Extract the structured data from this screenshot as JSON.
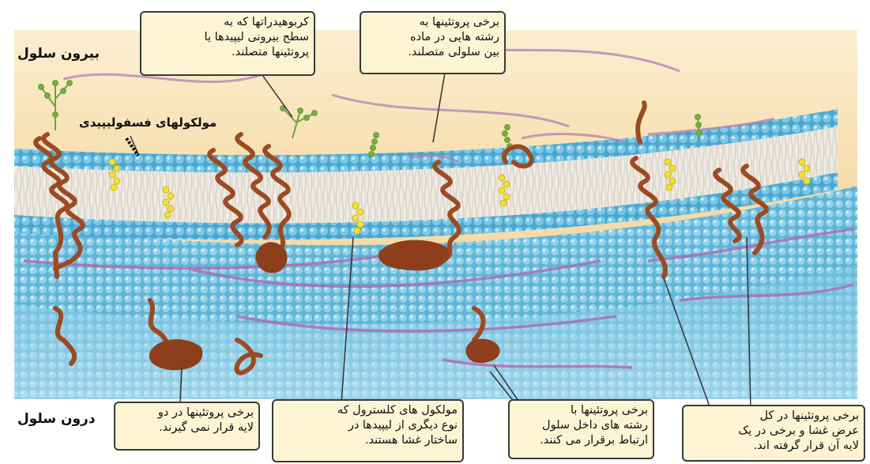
{
  "regions": {
    "outside": "بیرون سلول",
    "inside": "درون سلول"
  },
  "labels": {
    "phospholipid": "مولکولهای فسفولیپیدی"
  },
  "callouts": {
    "carbohydrates": "کربوهیدراتها که به\nسطح بیرونی لیپیدها یا\nپروتئینها متصلند.",
    "protein_fibers_outer": "برخی پروتئینها به\nرشته هایی در ماده\nبین سلولی متصلند.",
    "protein_not_in_layers": "برخی پروتئینها در دو\nلایه قرار نمی گیرند.",
    "cholesterol": "مولکول های کلسترول که\nنوع دیگری از لیپیدها در\nساختار غشا هستند.",
    "protein_inner_fibers": "برخی پروتئینها با\nرشته های داخل سلول\nارتباط برقرار می کنند.",
    "protein_spanning": "برخی پروتئینها در کل\nعرض غشا و برخی در یک\nلایه آن قرار گرفته اند."
  },
  "colors": {
    "background_top": "#f6dba8",
    "membrane_head": "#5fb4d8",
    "membrane_tail": "#e9e4dc",
    "inner_sheet": "#8ccfe6",
    "protein": "#a24a22",
    "cholesterol": "#f0e030",
    "carbohydrate": "#7bb33c",
    "fiber": "#b878b2",
    "callout_fill": "#fdf4d4"
  }
}
